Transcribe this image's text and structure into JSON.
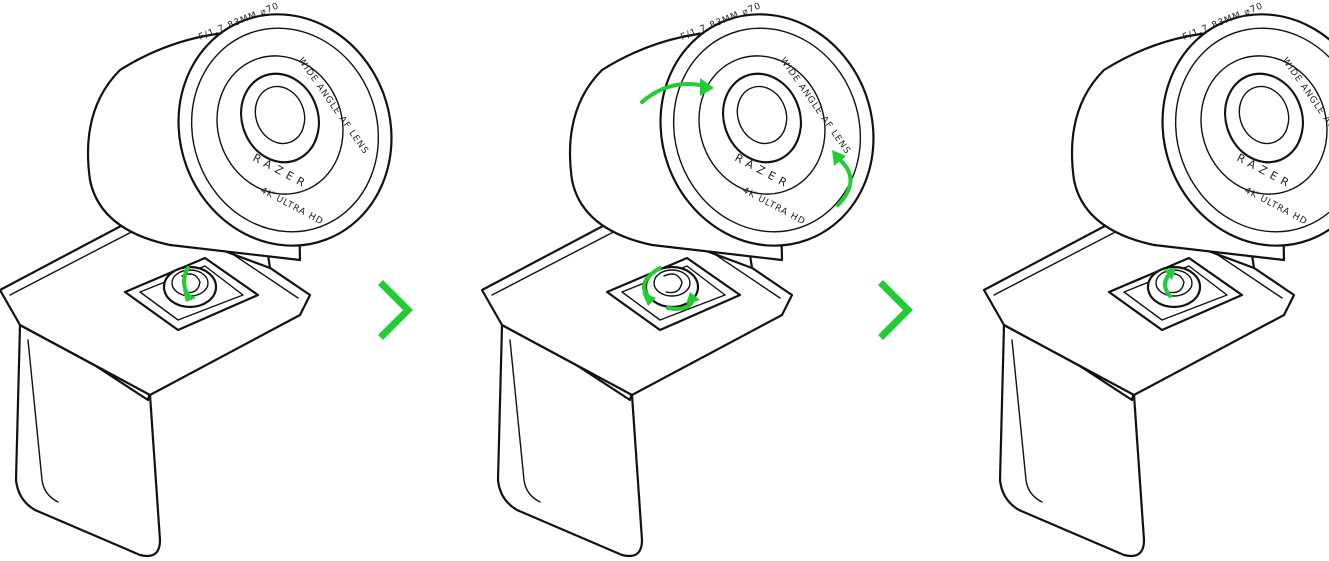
{
  "colors": {
    "accent_green": "#22cc33",
    "line": "#111111",
    "background": "#ffffff"
  },
  "steps": [
    {
      "id": "step-1",
      "arrows": [
        "knob-rotate"
      ]
    },
    {
      "id": "step-2",
      "arrows": [
        "lens-rotate-top",
        "lens-rotate-right",
        "knob-rotate"
      ]
    },
    {
      "id": "step-3",
      "arrows": [
        "knob-rotate"
      ]
    }
  ],
  "separators": [
    "chevron-right-icon",
    "chevron-right-icon"
  ],
  "device": {
    "brand": "RAZER",
    "lens_spec": "F/1.7  83MM  ⌀70",
    "lens_ring_text": "WIDE ANGLE AF LENS",
    "model_text": "4K ULTRA HD"
  }
}
